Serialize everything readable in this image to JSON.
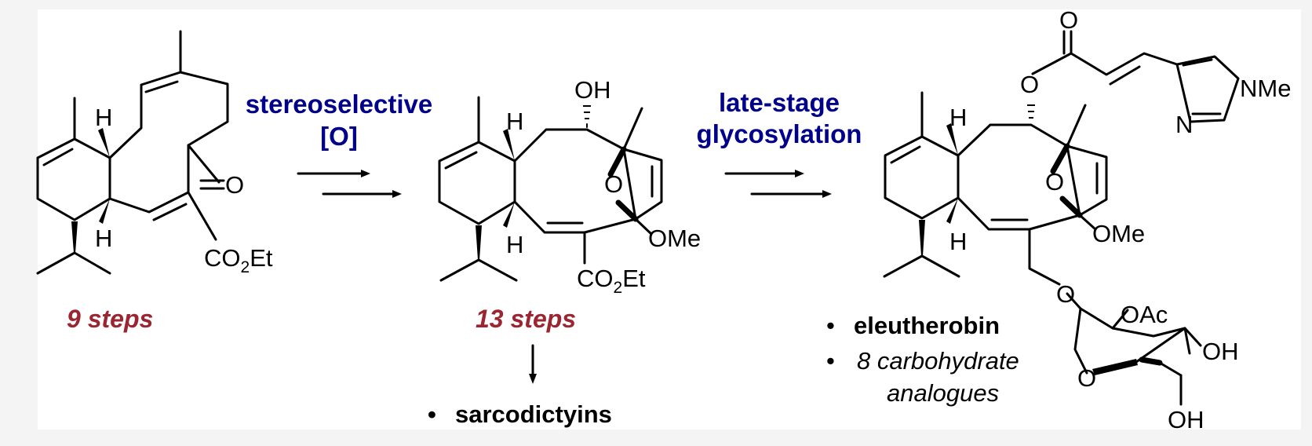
{
  "scheme": {
    "arrow1_conditions": [
      "stereoselective",
      "[O]"
    ],
    "arrow2_conditions": [
      "late-stage",
      "glycosylation"
    ],
    "steps": [
      "9 steps",
      "13 steps"
    ],
    "sarcodictyins_bullet": "•",
    "sarcodictyins_label": "sarcodictyins",
    "product_bullets": [
      "•",
      "•"
    ],
    "product_items": [
      "eleutherobin",
      "8 carbohydrate",
      "analogues"
    ]
  },
  "atom_labels": {
    "h": "H",
    "o": "O",
    "oh": "OH",
    "ome": "OMe",
    "oac": "OAc",
    "nme": "NMe",
    "n": "N",
    "co": "CO",
    "sub2": "2",
    "et": "Et"
  },
  "colors": {
    "conditions": "#00008b",
    "step_count": "#9b2530",
    "bonds": "#000000",
    "background": "#f4f4f4",
    "panel": "#ffffff"
  }
}
